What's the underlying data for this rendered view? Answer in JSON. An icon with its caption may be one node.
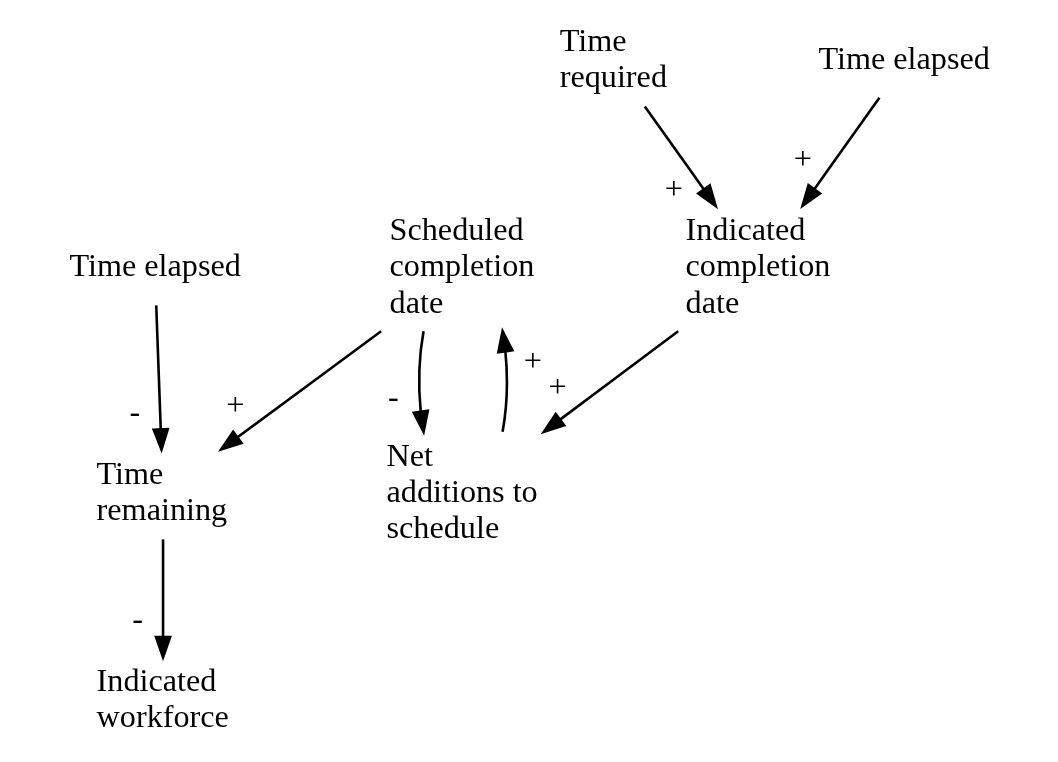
{
  "diagram": {
    "nodes": [
      {
        "text": [
          "Indicated workforce"
        ]
      },
      {
        "text": [
          "Time required"
        ]
      },
      {
        "text": [
          "Time elapsed"
        ]
      },
      {
        "text": [
          "Time remaining"
        ]
      },
      {
        "text": [
          "Indicated completion date"
        ]
      },
      {
        "text": [
          "Time elapsed"
        ]
      },
      {
        "text": [
          "Scheduled completion date"
        ]
      },
      {
        "text": [
          "Net additions to schedule"
        ]
      }
    ],
    "edges": [
      {
        "from": 3,
        "to": 0,
        "arrow": "to",
        "label": "-"
      },
      {
        "from": 1,
        "to": 4,
        "arrow": "to",
        "label": "+"
      },
      {
        "from": 2,
        "to": 4,
        "arrow": "to",
        "label": "+"
      },
      {
        "from": 5,
        "to": 3,
        "arrow": "to",
        "label": "-"
      },
      {
        "from": 6,
        "to": 3,
        "arrow": "to",
        "label": "+"
      },
      {
        "from": 6,
        "to": 7,
        "arrow": "to",
        "label": "-"
      },
      {
        "from": 4,
        "to": 7,
        "arrow": "to",
        "label": "+"
      },
      {
        "from": 7,
        "to": 6,
        "arrow": "to",
        "label": "+"
      }
    ]
  }
}
